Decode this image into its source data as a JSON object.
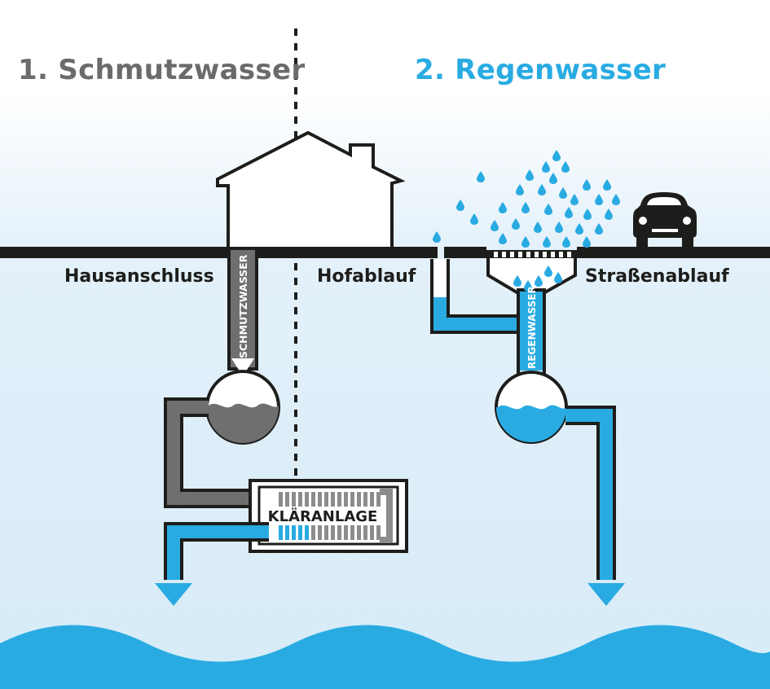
{
  "headings": {
    "schmutz": "1. Schmutzwasser",
    "regen": "2. Regenwasser"
  },
  "labels": {
    "hausanschluss": "Hausanschluss",
    "hofablauf": "Hofablauf",
    "strassenablauf": "Straßenablauf"
  },
  "pipes": {
    "schmutz_label": "SCHMUTZWASSER",
    "regen_label": "REGENWASSER"
  },
  "plant": {
    "label": "KLÄRANLAGE"
  },
  "colors": {
    "grey_text": "#6b6b6b",
    "blue": "#29abe2",
    "dark_grey_pipe": "#5f5f5f",
    "black": "#1d1d1b",
    "background_light": "#e4f1fa"
  },
  "icons": [
    "house-icon",
    "car-icon",
    "raindrop-icon",
    "drain-grate-icon",
    "arrow-down-icon"
  ]
}
